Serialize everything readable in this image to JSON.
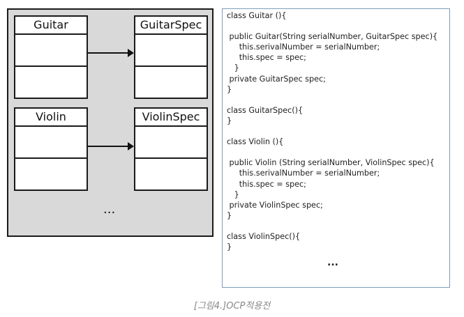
{
  "diagram": {
    "classes": {
      "guitar": "Guitar",
      "guitar_spec": "GuitarSpec",
      "violin": "Violin",
      "violin_spec": "ViolinSpec"
    },
    "ellipsis": "..."
  },
  "code": {
    "text": "class Guitar (){\n\n public Guitar(String serialNumber, GuitarSpec spec){\n     this.serivalNumber = serialNumber;\n     this.spec = spec;\n   }\n private GuitarSpec spec;\n}\n\nclass GuitarSpec(){\n}\n\nclass Violin (){\n\n public Violin (String serialNumber, ViolinSpec spec){\n     this.serivalNumber = serialNumber;\n     this.spec = spec;\n   }\n private ViolinSpec spec;\n}\n\nclass ViolinSpec(){\n}",
    "ellipsis": "..."
  },
  "caption": "[그림4.]OCP적용전"
}
